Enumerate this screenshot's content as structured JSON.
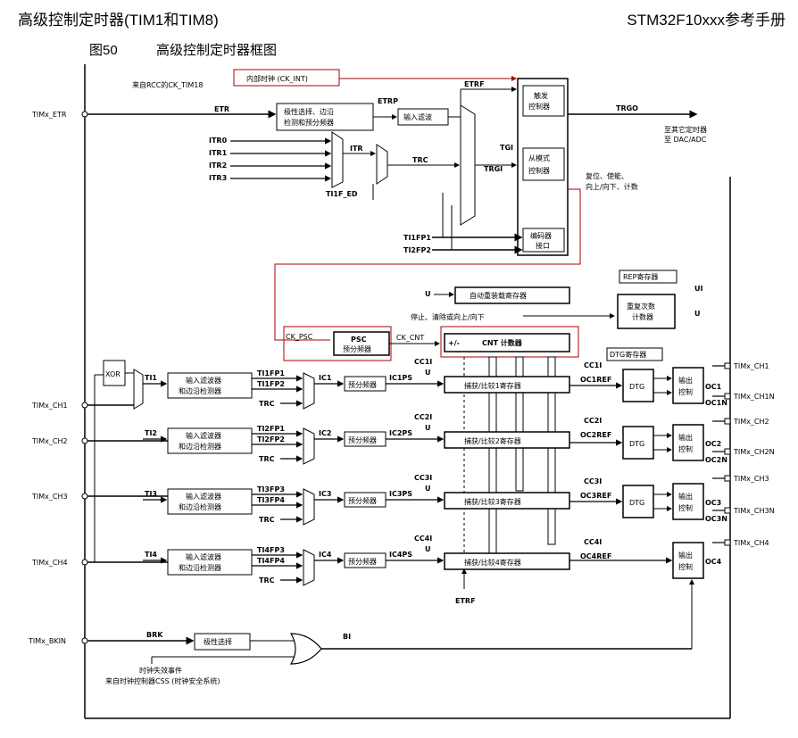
{
  "header": {
    "left": "高级控制定时器(TIM1和TIM8)",
    "right": "STM32F10xxx参考手册"
  },
  "figure": {
    "number": "图50",
    "title": "高级控制定时器框图"
  },
  "pins": {
    "etr": "TIMx_ETR",
    "ch1": "TIMx_CH1",
    "ch2": "TIMx_CH2",
    "ch3": "TIMx_CH3",
    "ch4": "TIMx_CH4",
    "bkin": "TIMx_BKIN"
  },
  "out_pins": {
    "ch1": "TIMx_CH1",
    "ch1n": "TIMx_CH1N",
    "ch2": "TIMx_CH2",
    "ch2n": "TIMx_CH2N",
    "ch3": "TIMx_CH3",
    "ch3n": "TIMx_CH3N",
    "ch4": "TIMx_CH4"
  },
  "clock": {
    "rcc_label": "来自RCC的CK_TIM18",
    "ck_int": "内部时钟 (CK_INT)"
  },
  "blocks": {
    "polarity_l1": "极性选择、边沿",
    "polarity_l2": "检测和预分频器",
    "input_filter": "输入滤波",
    "trigger_l1": "触发",
    "trigger_l2": "控制器",
    "slave_l1": "从模式",
    "slave_l2": "控制器",
    "encoder_l1": "编码器",
    "encoder_l2": "接口",
    "autoreload": "自动重装载寄存器",
    "rep_reg": "REP寄存器",
    "rep_cnt_l1": "重复次数",
    "rep_cnt_l2": "计数器",
    "psc": "PSC",
    "psc_sub": "预分频器",
    "cnt": "CNT 计数器",
    "dtg_reg": "DTG寄存器",
    "dtg": "DTG",
    "filter_l1": "输入滤波器",
    "filter_l2": "和边沿检测器",
    "prescaler": "预分频器",
    "cc1": "捕获/比较1寄存器",
    "cc2": "捕获/比较2寄存器",
    "cc3": "捕获/比较3寄存器",
    "cc4": "捕获/比较4寄存器",
    "out_l1": "输出",
    "out_l2": "控制",
    "polarity_select": "极性选择",
    "xor": "XOR"
  },
  "signals": {
    "etr": "ETR",
    "etrp": "ETRP",
    "etrf": "ETRF",
    "trgo": "TRGO",
    "trgo_l1": "至其它定时器",
    "trgo_l2": "至 DAC/ADC",
    "itr0": "ITR0",
    "itr1": "ITR1",
    "itr2": "ITR2",
    "itr3": "ITR3",
    "itr": "ITR",
    "trc": "TRC",
    "tgi": "TGI",
    "trgi": "TRGI",
    "ti1f_ed": "TI1F_ED",
    "reset_l1": "复位、使能、",
    "reset_l2": "向上/向下、计数",
    "ti1fp1": "TI1FP1",
    "ti2fp2": "TI2FP2",
    "u": "U",
    "ui": "UI",
    "stop": "停止、清除或向上/向下",
    "ck_psc": "CK_PSC",
    "ck_cnt": "CK_CNT",
    "updown": "+/-",
    "ti1": "TI1",
    "ti2": "TI2",
    "ti3": "TI3",
    "ti4": "TI4",
    "ti2fp1": "TI2FP1",
    "ti1fp2": "TI1FP2",
    "ti3fp3": "TI3FP3",
    "ti3fp4": "TI3FP4",
    "ti4fp3": "TI4FP3",
    "ti4fp4": "TI4FP4",
    "ic1": "IC1",
    "ic2": "IC2",
    "ic3": "IC3",
    "ic4": "IC4",
    "ic1ps": "IC1PS",
    "ic2ps": "IC2PS",
    "ic3ps": "IC3PS",
    "ic4ps": "IC4PS",
    "cc1i": "CC1I",
    "cc2i": "CC2I",
    "cc3i": "CC3I",
    "cc4i": "CC4I",
    "oc1ref": "OC1REF",
    "oc2ref": "OC2REF",
    "oc3ref": "OC3REF",
    "oc4ref": "OC4REF",
    "oc1": "OC1",
    "oc1n": "OC1N",
    "oc2": "OC2",
    "oc2n": "OC2N",
    "oc3": "OC3",
    "oc3n": "OC3N",
    "oc4": "OC4",
    "brk": "BRK",
    "bi": "BI",
    "css_l1": "时钟失效事件",
    "css_l2": "来自时钟控制器CSS (时钟安全系统)"
  }
}
